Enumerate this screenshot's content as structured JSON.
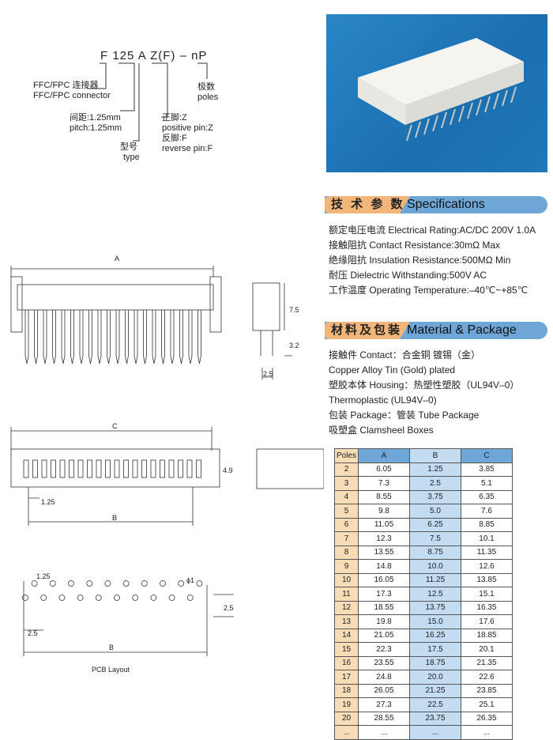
{
  "part_number": {
    "f": "F",
    "pitch": "125",
    "type": "A",
    "pin": "Z(F)",
    "dash": "–",
    "poles": "nP"
  },
  "legend": {
    "connector_cn": "FFC/FPC 连接器",
    "connector_en": "FFC/FPC connector",
    "pitch_cn": "间距:1.25mm",
    "pitch_en": "pitch:1.25mm",
    "type_cn": "型号",
    "type_en": "type",
    "pos_cn": "正脚:Z",
    "pos_en": "positive pin:Z",
    "rev_cn": "反脚:F",
    "rev_en": "reverse pin:F",
    "poles_cn": "极数",
    "poles_en": "poles"
  },
  "specifications": {
    "cn": "技 术 参 数",
    "en": "Specifications",
    "items": [
      "额定电压电流 Electrical Rating:AC/DC 200V 1.0A",
      "接触阻抗 Contact Resistance:30mΩ Max",
      "绝缘阻抗 Insulation Resistance:500MΩ Min",
      "耐压 Dielectric Withstanding:500V AC",
      "工作温度 Operating Temperature:–40℃~+85℃"
    ]
  },
  "material": {
    "cn": "材料及包装",
    "en": "Material & Package",
    "items": [
      "接触件 Contact：合金铜 镀锡（金）",
      "Copper Alloy Tin (Gold) plated",
      "塑胶本体 Housing：热塑性塑胶（UL94V–0）",
      "Thermoplastic (UL94V–0)",
      "包装 Package：管装 Tube Package",
      "吸塑盒 Clamsheel Boxes"
    ]
  },
  "drawings": {
    "a": "A",
    "b": "B",
    "c": "C",
    "h75": "7.5",
    "h32": "3.2",
    "w25": "2.5",
    "h49": "4.9",
    "p125": "1.25",
    "p125b": "1.25",
    "phi": "ϕ1",
    "pcb25": "2.5",
    "pcb25b": "2.5",
    "pcb_b": "B",
    "pcb_layout": "PCB Layout"
  },
  "table": {
    "headers": [
      "Poles",
      "A",
      "B",
      "C"
    ],
    "rows": [
      [
        "2",
        "6.05",
        "1.25",
        "3.85"
      ],
      [
        "3",
        "7.3",
        "2.5",
        "5.1"
      ],
      [
        "4",
        "8.55",
        "3.75",
        "6.35"
      ],
      [
        "5",
        "9.8",
        "5.0",
        "7.6"
      ],
      [
        "6",
        "11.05",
        "6.25",
        "8.85"
      ],
      [
        "7",
        "12.3",
        "7.5",
        "10.1"
      ],
      [
        "8",
        "13.55",
        "8.75",
        "11.35"
      ],
      [
        "9",
        "14.8",
        "10.0",
        "12.6"
      ],
      [
        "10",
        "16.05",
        "11.25",
        "13.85"
      ],
      [
        "11",
        "17.3",
        "12.5",
        "15.1"
      ],
      [
        "12",
        "18.55",
        "13.75",
        "16.35"
      ],
      [
        "13",
        "19.8",
        "15.0",
        "17.6"
      ],
      [
        "14",
        "21.05",
        "16.25",
        "18.85"
      ],
      [
        "15",
        "22.3",
        "17.5",
        "20.1"
      ],
      [
        "16",
        "23.55",
        "18.75",
        "21.35"
      ],
      [
        "17",
        "24.8",
        "20.0",
        "22.6"
      ],
      [
        "18",
        "26.05",
        "21.25",
        "23.85"
      ],
      [
        "19",
        "27.3",
        "22.5",
        "25.1"
      ],
      [
        "20",
        "28.55",
        "23.75",
        "26.35"
      ],
      [
        "...",
        "...",
        "...",
        "..."
      ]
    ]
  }
}
